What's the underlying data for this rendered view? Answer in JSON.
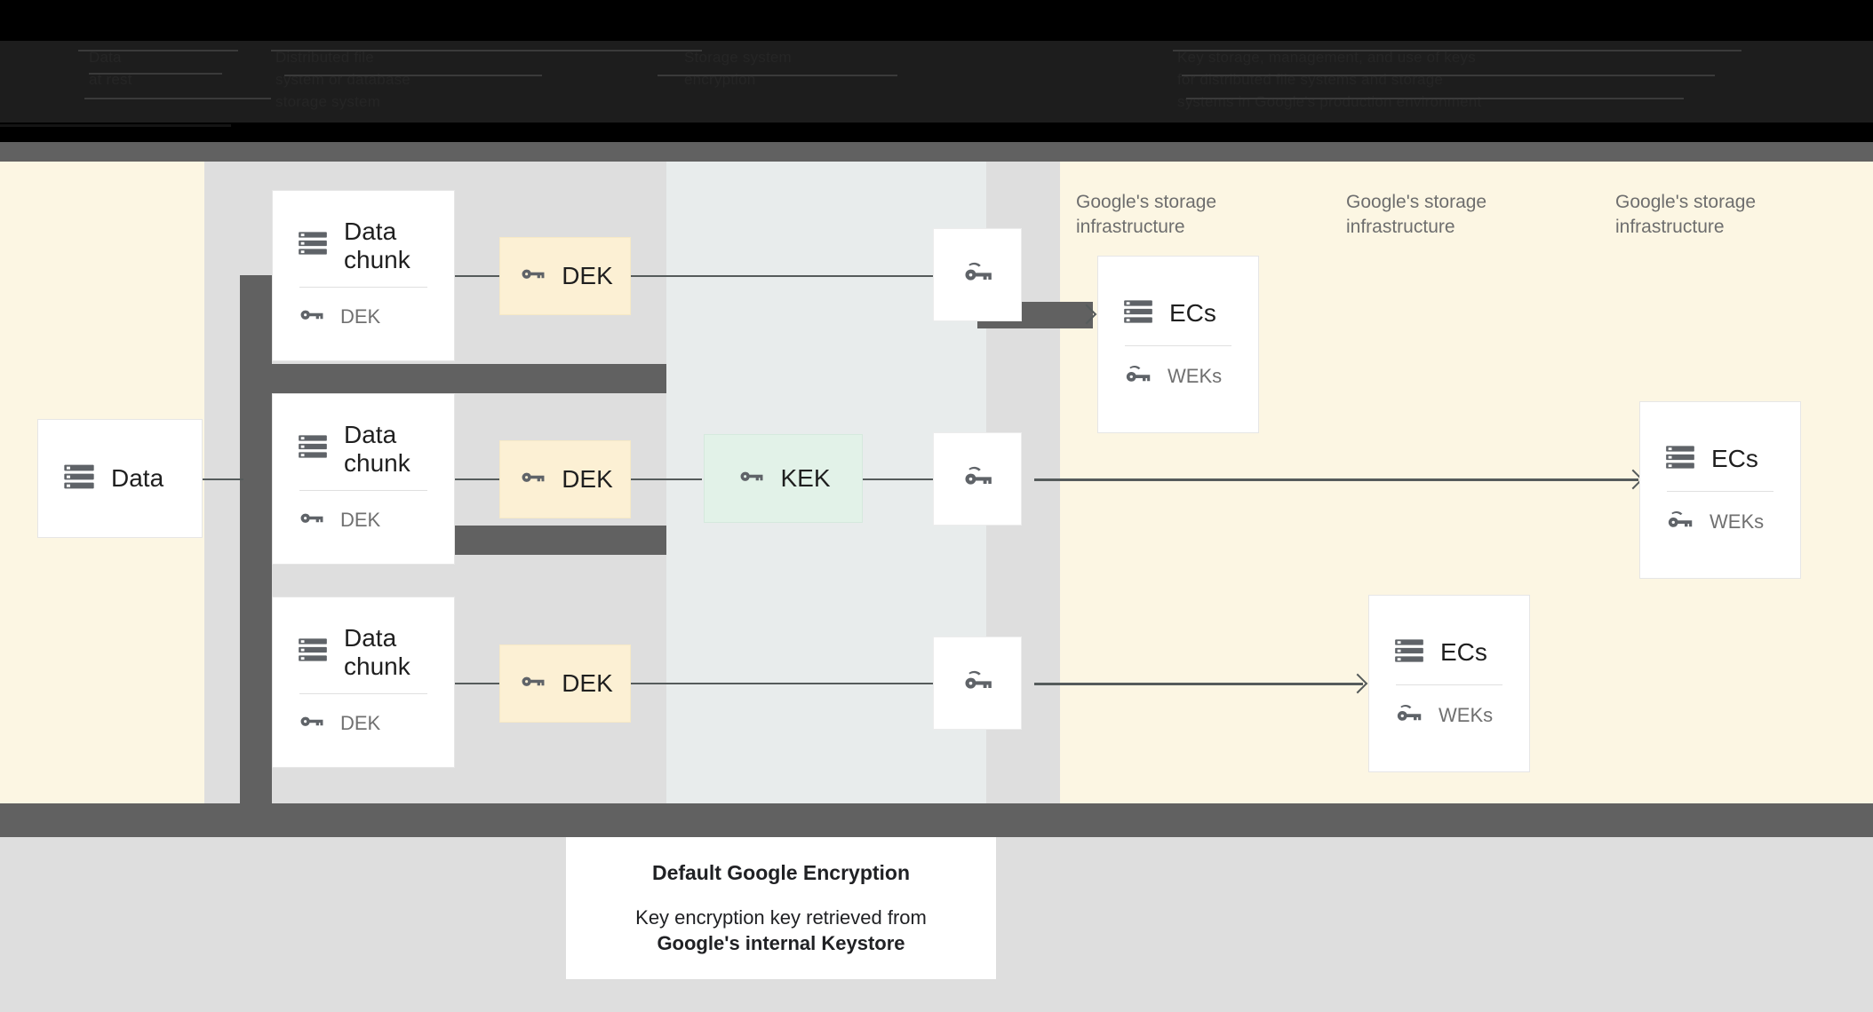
{
  "header": {
    "obscured": true,
    "columns": [
      {
        "name": "col-1",
        "text": "Data\nat rest"
      },
      {
        "name": "col-2",
        "text": "Distributed file\nsystem or database\nstorage system"
      },
      {
        "name": "col-3",
        "text": "Storage system\nencryption"
      },
      {
        "name": "col-4",
        "text": "Key storage, management, and use of keys\nfor distributed file systems and storage\nsystems in Google's production environment"
      }
    ]
  },
  "diagram": {
    "type": "encryption-flow",
    "source": {
      "name": "data-card",
      "title": "Data",
      "icon": "storage-icon"
    },
    "chunks": [
      {
        "title": "Data chunk",
        "sub": "DEK",
        "icon": "storage-icon",
        "sub_icon": "key-icon"
      },
      {
        "title": "Data chunk",
        "sub": "DEK",
        "icon": "storage-icon",
        "sub_icon": "key-icon"
      },
      {
        "title": "Data chunk",
        "sub": "DEK",
        "icon": "storage-icon",
        "sub_icon": "key-icon"
      }
    ],
    "deks": [
      {
        "label": "DEK",
        "icon": "key-icon"
      },
      {
        "label": "DEK",
        "icon": "key-icon"
      },
      {
        "label": "DEK",
        "icon": "key-icon"
      }
    ],
    "kek": {
      "label": "KEK",
      "icon": "key-icon"
    },
    "wrapped_keys": [
      {
        "label": "",
        "icon": "wrapped-key-icon"
      },
      {
        "label": "",
        "icon": "wrapped-key-icon"
      },
      {
        "label": "",
        "icon": "wrapped-key-icon"
      }
    ],
    "storage_labels": [
      "Google's storage infrastructure",
      "Google's storage infrastructure",
      "Google's storage infrastructure"
    ],
    "ec_cards": [
      {
        "title": "ECs",
        "sub": "WEKs",
        "icon": "storage-icon",
        "sub_icon": "wrapped-key-icon"
      },
      {
        "title": "ECs",
        "sub": "WEKs",
        "icon": "storage-icon",
        "sub_icon": "wrapped-key-icon"
      },
      {
        "title": "ECs",
        "sub": "WEKs",
        "icon": "storage-icon",
        "sub_icon": "wrapped-key-icon"
      }
    ]
  },
  "caption": {
    "title": "Default Google Encryption",
    "line1": "Key encryption key retrieved from",
    "line2": "Google's internal Keystore"
  },
  "colors": {
    "background_cream": "#fcf6e3",
    "band_gray": "#dedede",
    "band_blue_gray": "#e8ecec",
    "bar_gray": "#616161",
    "card_white": "#ffffff",
    "dek_cream": "#fcf0d4",
    "kek_mint": "#e2f2e8",
    "icon_gray": "#5f6368",
    "text_dark": "#202124",
    "text_muted": "#707070",
    "header_black": "#000000"
  }
}
